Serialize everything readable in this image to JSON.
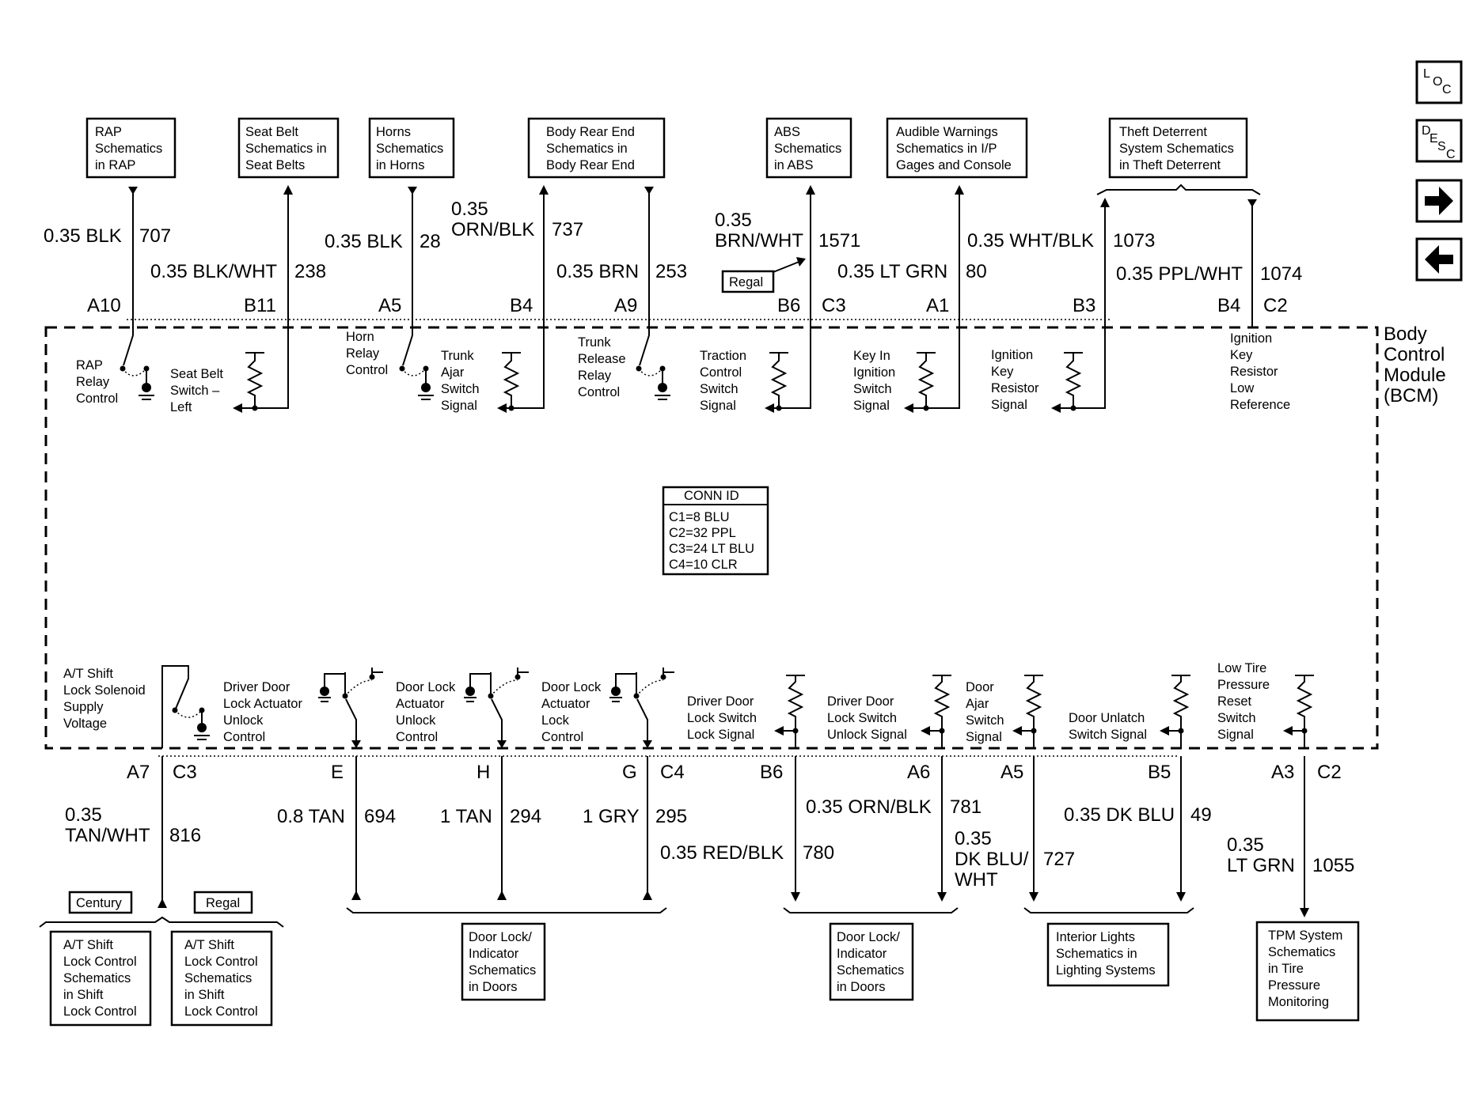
{
  "nav": {
    "loc_icon": "loc-icon",
    "desc_icon": "desc-icon",
    "next_icon": "arrow-right-icon",
    "prev_icon": "arrow-left-icon",
    "loc_letters": [
      "L",
      "O",
      "C"
    ],
    "desc_letters": [
      "D",
      "E",
      "S",
      "C"
    ]
  },
  "module": {
    "name_lines": [
      "Body",
      "Control",
      "Module",
      "(BCM)"
    ]
  },
  "conn_id": {
    "title": "CONN ID",
    "lines": [
      "C1=8 BLU",
      "C2=32 PPL",
      "C3=24 LT BLU",
      "C4=10 CLR"
    ]
  },
  "top_boxes": [
    {
      "lines": [
        "RAP",
        "Schematics",
        "in RAP"
      ]
    },
    {
      "lines": [
        "Seat Belt",
        "Schematics in",
        "Seat Belts"
      ]
    },
    {
      "lines": [
        "Horns",
        "Schematics",
        "in Horns"
      ]
    },
    {
      "lines": [
        "Body Rear End",
        "Schematics in",
        "Body Rear End"
      ]
    },
    {
      "lines": [
        "ABS",
        "Schematics",
        "in ABS"
      ]
    },
    {
      "lines": [
        "Audible Warnings",
        "Schematics in I/P",
        "Gages and Console"
      ]
    },
    {
      "lines": [
        "Theft Deterrent",
        "System Schematics",
        "in Theft Deterrent"
      ]
    }
  ],
  "top_wires": [
    {
      "color_lines": [
        "0.35 BLK"
      ],
      "circuit": "707"
    },
    {
      "color_lines": [
        "0.35 BLK/WHT"
      ],
      "circuit": "238"
    },
    {
      "color_lines": [
        "0.35 BLK"
      ],
      "circuit": "28"
    },
    {
      "color_lines": [
        "0.35",
        "ORN/BLK"
      ],
      "circuit": "737"
    },
    {
      "color_lines": [
        "0.35 BRN"
      ],
      "circuit": "253"
    },
    {
      "color_lines": [
        "0.35",
        "BRN/WHT"
      ],
      "circuit": "1571"
    },
    {
      "color_lines": [
        "0.35 LT GRN"
      ],
      "circuit": "80"
    },
    {
      "color_lines": [
        "0.35 WHT/BLK"
      ],
      "circuit": "1073"
    },
    {
      "color_lines": [
        "0.35 PPL/WHT"
      ],
      "circuit": "1074"
    }
  ],
  "top_terminals": [
    "A10",
    "B11",
    "A5",
    "B4",
    "A9",
    "B6",
    "C3",
    "A1",
    "B3",
    "B4",
    "C2"
  ],
  "regal_label": "Regal",
  "top_internal_labels": [
    {
      "lines": [
        "RAP",
        "Relay",
        "Control"
      ]
    },
    {
      "lines": [
        "Seat Belt",
        "Switch –",
        "Left"
      ]
    },
    {
      "lines": [
        "Horn",
        "Relay",
        "Control"
      ]
    },
    {
      "lines": [
        "Trunk",
        "Ajar",
        "Switch",
        "Signal"
      ]
    },
    {
      "lines": [
        "Trunk",
        "Release",
        "Relay",
        "Control"
      ]
    },
    {
      "lines": [
        "Traction",
        "Control",
        "Switch",
        "Signal"
      ]
    },
    {
      "lines": [
        "Key In",
        "Ignition",
        "Switch",
        "Signal"
      ]
    },
    {
      "lines": [
        "Ignition",
        "Key",
        "Resistor",
        "Signal"
      ]
    },
    {
      "lines": [
        "Ignition",
        "Key",
        "Resistor",
        "Low",
        "Reference"
      ]
    }
  ],
  "bottom_internal_labels": [
    {
      "lines": [
        "A/T Shift",
        "Lock Solenoid",
        "Supply",
        "Voltage"
      ]
    },
    {
      "lines": [
        "Driver Door",
        "Lock Actuator",
        "Unlock",
        "Control"
      ]
    },
    {
      "lines": [
        "Door Lock",
        "Actuator",
        "Unlock",
        "Control"
      ]
    },
    {
      "lines": [
        "Door Lock",
        "Actuator",
        "Lock",
        "Control"
      ]
    },
    {
      "lines": [
        "Driver Door",
        "Lock Switch",
        "Lock Signal"
      ]
    },
    {
      "lines": [
        "Driver Door",
        "Lock Switch",
        "Unlock Signal"
      ]
    },
    {
      "lines": [
        "Door",
        "Ajar",
        "Switch",
        "Signal"
      ]
    },
    {
      "lines": [
        "Door Unlatch",
        "Switch Signal"
      ]
    },
    {
      "lines": [
        "Low Tire",
        "Pressure",
        "Reset",
        "Switch",
        "Signal"
      ]
    }
  ],
  "bottom_terminals": [
    "A7",
    "C3",
    "E",
    "H",
    "G",
    "C4",
    "B6",
    "A6",
    "A5",
    "B5",
    "A3",
    "C2"
  ],
  "bottom_wires": [
    {
      "color_lines": [
        "0.35",
        "TAN/WHT"
      ],
      "circuit": "816"
    },
    {
      "color_lines": [
        "0.8 TAN"
      ],
      "circuit": "694"
    },
    {
      "color_lines": [
        "1 TAN"
      ],
      "circuit": "294"
    },
    {
      "color_lines": [
        "1 GRY"
      ],
      "circuit": "295"
    },
    {
      "color_lines": [
        "0.35 RED/BLK"
      ],
      "circuit": "780"
    },
    {
      "color_lines": [
        "0.35 ORN/BLK"
      ],
      "circuit": "781"
    },
    {
      "color_lines": [
        "0.35",
        "DK BLU/",
        "WHT"
      ],
      "circuit": "727"
    },
    {
      "color_lines": [
        "0.35 DK BLU"
      ],
      "circuit": "49"
    },
    {
      "color_lines": [
        "0.35",
        "LT GRN"
      ],
      "circuit": "1055"
    }
  ],
  "variant_labels": [
    "Century",
    "Regal"
  ],
  "bottom_boxes": [
    {
      "lines": [
        "A/T Shift",
        "Lock Control",
        "Schematics",
        "in Shift",
        "Lock Control"
      ]
    },
    {
      "lines": [
        "A/T Shift",
        "Lock Control",
        "Schematics",
        "in Shift",
        "Lock Control"
      ]
    },
    {
      "lines": [
        "Door Lock/",
        "Indicator",
        "Schematics",
        "in Doors"
      ]
    },
    {
      "lines": [
        "Door Lock/",
        "Indicator",
        "Schematics",
        "in Doors"
      ]
    },
    {
      "lines": [
        "Interior Lights",
        "Schematics in",
        "Lighting Systems"
      ]
    },
    {
      "lines": [
        "TPM System",
        "Schematics",
        "in Tire",
        "Pressure",
        "Monitoring"
      ]
    }
  ]
}
